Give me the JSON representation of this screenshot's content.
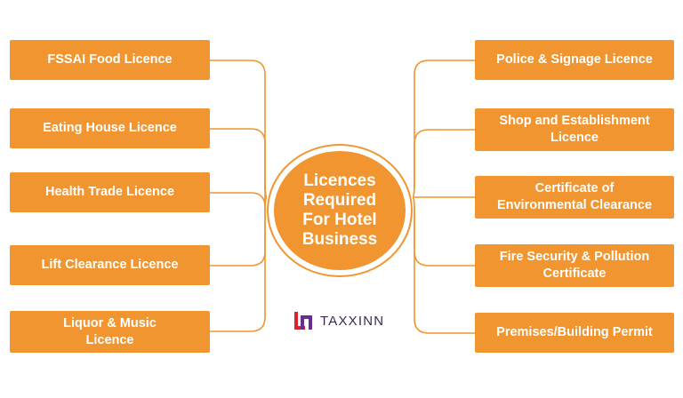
{
  "colors": {
    "accent": "#f0952f",
    "line": "#f0952f",
    "brand_red": "#d8232a",
    "brand_purple": "#6b2c91",
    "brand_text": "#3b2a4d"
  },
  "hub": {
    "lines": [
      "Licences",
      "Required",
      "For Hotel",
      "Business"
    ]
  },
  "left_items": [
    {
      "lines": [
        "FSSAI Food Licence"
      ]
    },
    {
      "lines": [
        "Eating House Licence"
      ]
    },
    {
      "lines": [
        "Health Trade Licence"
      ]
    },
    {
      "lines": [
        "Lift Clearance Licence"
      ]
    },
    {
      "lines": [
        "Liquor & Music",
        "Licence"
      ]
    }
  ],
  "right_items": [
    {
      "lines": [
        "Police & Signage Licence"
      ]
    },
    {
      "lines": [
        "Shop and Establishment",
        "Licence"
      ]
    },
    {
      "lines": [
        "Certificate of",
        "Environmental Clearance"
      ]
    },
    {
      "lines": [
        "Fire Security & Pollution",
        "Certificate"
      ]
    },
    {
      "lines": [
        "Premises/Building Permit"
      ]
    }
  ],
  "brand": {
    "name": "TAXXINN",
    "logo_icon": "taxxinn-logo-icon"
  }
}
